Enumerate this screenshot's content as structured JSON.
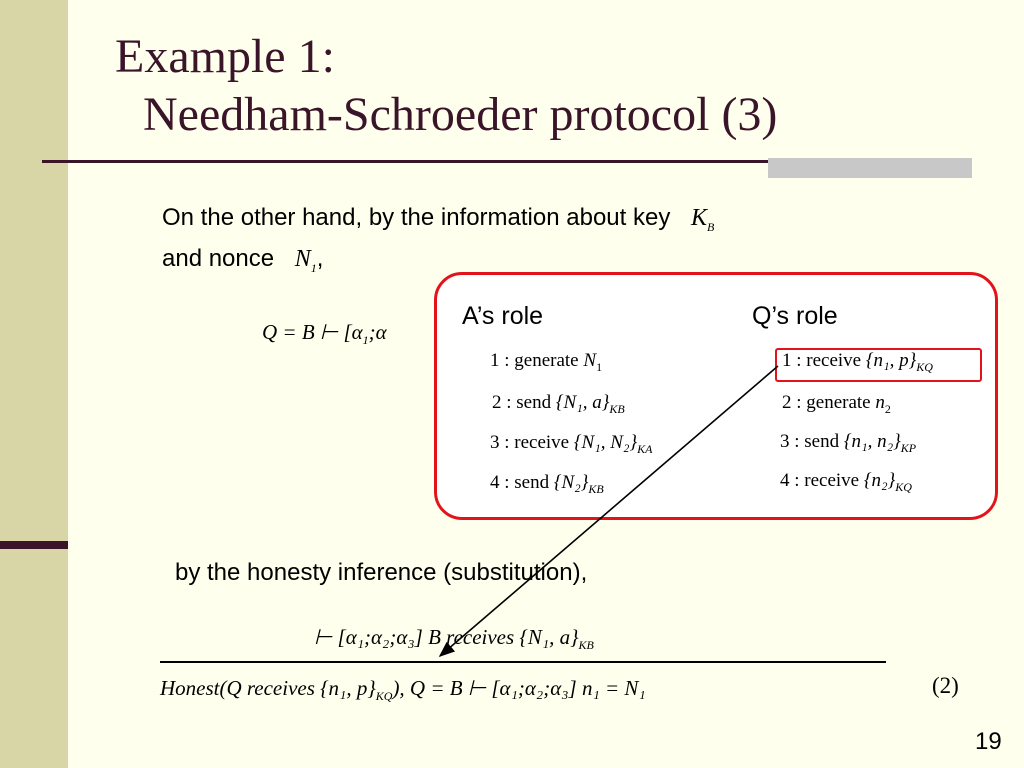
{
  "title": {
    "line1": "Example 1:",
    "line2": "Needham-Schroeder protocol (3)"
  },
  "intro": {
    "line1": "On the other hand, by the information about key",
    "line2": "and nonce",
    "key": "K",
    "key_sub": "B",
    "nonce": "N",
    "nonce_sub": "1",
    "comma": ","
  },
  "eq_top": {
    "lhs": "Q = B ⊢ [α",
    "sub": "1",
    "tail": ";α"
  },
  "roles": {
    "a_heading": "A’s role",
    "q_heading": "Q’s role",
    "a_steps": [
      {
        "n": "1",
        "verb": "generate",
        "expr": "N",
        "sub": "1",
        "key": ""
      },
      {
        "n": "2",
        "verb": "send",
        "expr": "{N₁, a}",
        "sub": "",
        "key": "KB"
      },
      {
        "n": "3",
        "verb": "receive",
        "expr": "{N₁, N₂}",
        "sub": "",
        "key": "KA"
      },
      {
        "n": "4",
        "verb": "send",
        "expr": "{N₂}",
        "sub": "",
        "key": "KB"
      }
    ],
    "q_steps": [
      {
        "n": "1",
        "verb": "receive",
        "expr": "{n₁, p}",
        "sub": "",
        "key": "KQ"
      },
      {
        "n": "2",
        "verb": "generate",
        "expr": "n",
        "sub": "2",
        "key": ""
      },
      {
        "n": "3",
        "verb": "send",
        "expr": "{n₁, n₂}",
        "sub": "",
        "key": "KP"
      },
      {
        "n": "4",
        "verb": "receive",
        "expr": "{n₂}",
        "sub": "",
        "key": "KQ"
      }
    ]
  },
  "inference": {
    "text": "by the honesty inference (substitution),"
  },
  "rule": {
    "numerator": "⊢ [α₁;α₂;α₃] B receives {N₁, a}",
    "numerator_key": "KB",
    "denominator_a": "Honest(Q receives {n₁, p}",
    "denominator_a_key": "KQ",
    "denominator_b": "),  Q = B ⊢ [α₁;α₂;α₃] n₁ = N₁",
    "label": "(2)"
  },
  "page_number": "19",
  "colors": {
    "title": "#3A1428",
    "sidebar": "#D8D5A6",
    "accent_red": "#E3131B",
    "background": "#FFFFEE"
  }
}
